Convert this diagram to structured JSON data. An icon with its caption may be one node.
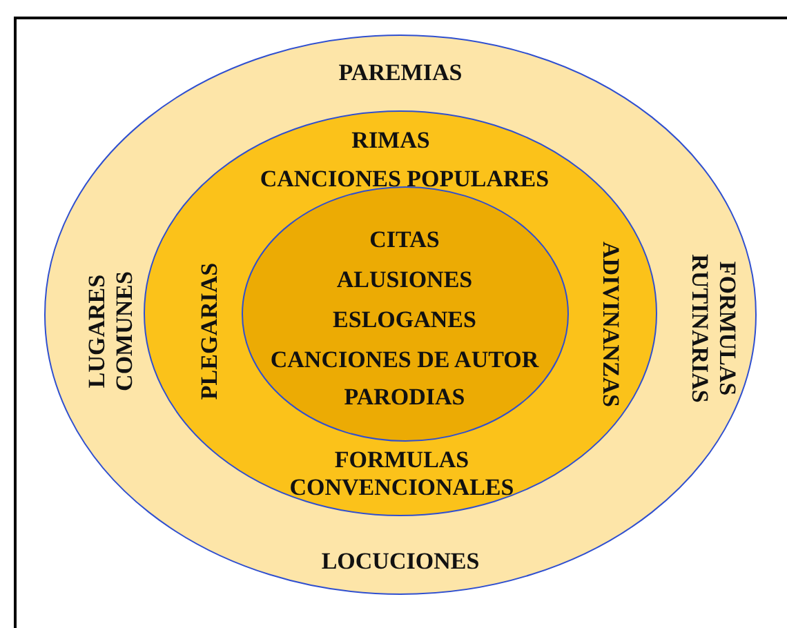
{
  "diagram": {
    "nodes": [
      {
        "text": [
          "PAREMIAS",
          "LUGARES COMUNES",
          "FORMULAS RUTINARIAS",
          "LOCUCIONES"
        ]
      },
      {
        "text": [
          "RIMAS",
          "CANCIONES POPULARES",
          "PLEGARIAS",
          "ADIVINANZAS",
          "FORMULAS CONVENCIONALES"
        ],
        "in": 0
      },
      {
        "text": [
          "CITAS",
          "ALUSIONES",
          "ESLOGANES",
          "CANCIONES DE AUTOR",
          "PARODIAS"
        ],
        "in": 1
      }
    ],
    "edges": []
  }
}
